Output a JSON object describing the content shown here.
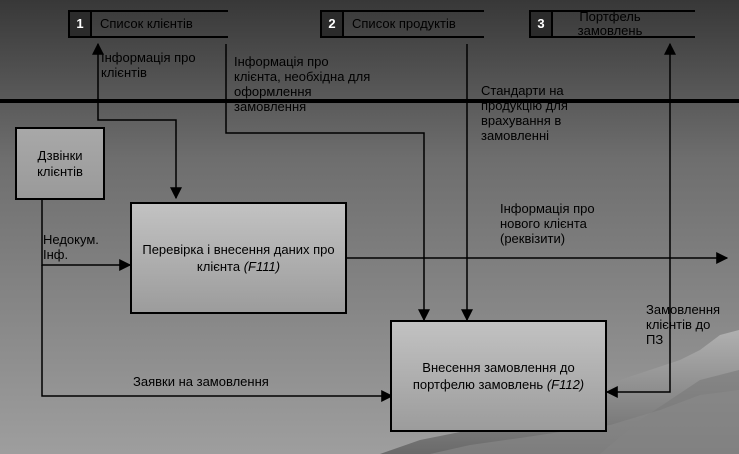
{
  "stores": [
    {
      "num": "1",
      "name": "Список клієнтів"
    },
    {
      "num": "2",
      "name": "Список продуктів"
    },
    {
      "num": "3",
      "name": "Портфель\nзамовлень"
    }
  ],
  "external": {
    "name": "Дзвінки\nклієнтів"
  },
  "processes": [
    {
      "name": "Перевірка і внесення даних про клієнта",
      "code": "(F111)"
    },
    {
      "name": "Внесення замовлення до портфелю замовлень",
      "code": "(F112)"
    }
  ],
  "flows": {
    "client_info": "Інформація про\nклієнтів",
    "order_client_info": "Інформація про\nклієнта, необхідна для\nоформлення\nзамовлення",
    "product_standards": "Стандарти на\nпродукцію для\nврахування в\nзамовленні",
    "new_client_info": "Інформація про\nнового клієнта\n(реквізити)",
    "undocumented_info": "Недокум.\nІнф.",
    "order_requests": "Заявки на замовлення",
    "client_orders": "Замовлення\nклієнтів до\nПЗ"
  },
  "colors": {
    "background_top": "#3a3a3a",
    "background_bottom": "#9a9a9a",
    "line": "#000000"
  }
}
